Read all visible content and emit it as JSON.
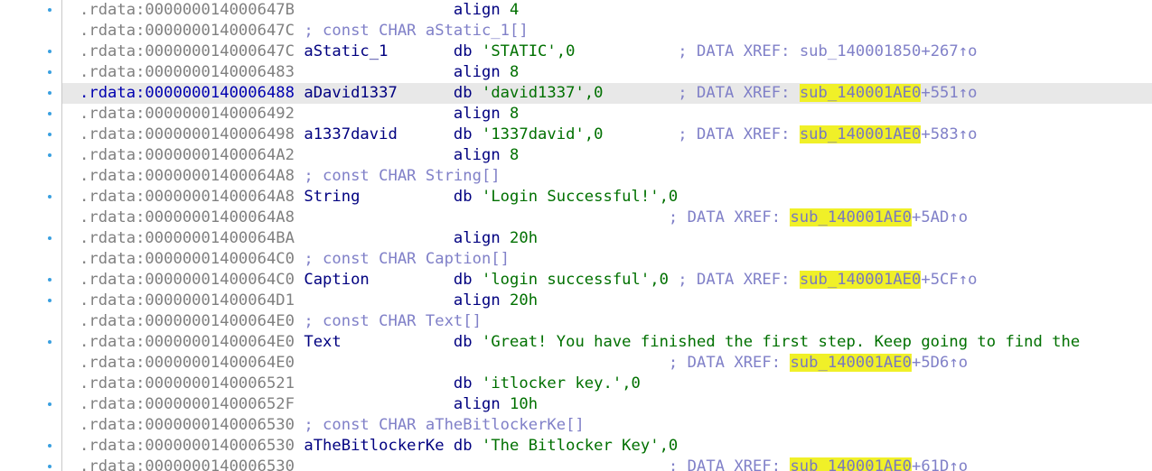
{
  "colors": {
    "address": "#808080",
    "name": "#000080",
    "string": "#007000",
    "comment": "#8080c8",
    "highlight": "#f0f028",
    "selected_row": "#e8e8e8",
    "gutter_dot": "#3aa0e0"
  },
  "lines": [
    {
      "addr": ".rdata:000000014000647B",
      "mid": "                 ",
      "op": "align ",
      "val": "4",
      "dot": true
    },
    {
      "addr": ".rdata:000000014000647C",
      "decl": " ; const CHAR aStatic_1[]"
    },
    {
      "addr": ".rdata:000000014000647C",
      "name": " aStatic_1       ",
      "op": "db ",
      "str": "'STATIC'",
      "tail": ",0",
      "pad": "           ",
      "xref": "; DATA XREF: ",
      "ref": "sub_140001850",
      "refhl": false,
      "off": "+267↑o",
      "dot": true
    },
    {
      "addr": ".rdata:0000000140006483",
      "mid": "                 ",
      "op": "align ",
      "val": "8",
      "dot": true
    },
    {
      "addr": ".rdata:0000000140006488",
      "name": " aDavid1337      ",
      "op": "db ",
      "str": "'david1337'",
      "tail": ",0",
      "pad": "        ",
      "xref": "; DATA XREF: ",
      "ref": "sub_140001AE0",
      "refhl": true,
      "off": "+551↑o",
      "dot": true,
      "sel": true
    },
    {
      "addr": ".rdata:0000000140006492",
      "mid": "                 ",
      "op": "align ",
      "val": "8",
      "dot": true
    },
    {
      "addr": ".rdata:0000000140006498",
      "name": " a1337david      ",
      "op": "db ",
      "str": "'1337david'",
      "tail": ",0",
      "pad": "        ",
      "xref": "; DATA XREF: ",
      "ref": "sub_140001AE0",
      "refhl": true,
      "off": "+583↑o",
      "dot": true
    },
    {
      "addr": ".rdata:00000001400064A2",
      "mid": "                 ",
      "op": "align ",
      "val": "8",
      "dot": true
    },
    {
      "addr": ".rdata:00000001400064A8",
      "decl": " ; const CHAR String[]"
    },
    {
      "addr": ".rdata:00000001400064A8",
      "name": " String          ",
      "op": "db ",
      "str": "'Login Successful!'",
      "tail": ",0",
      "dot": true
    },
    {
      "addr": ".rdata:00000001400064A8",
      "mid": "                                        ",
      "xref": "; DATA XREF: ",
      "ref": "sub_140001AE0",
      "refhl": true,
      "off": "+5AD↑o"
    },
    {
      "addr": ".rdata:00000001400064BA",
      "mid": "                 ",
      "op": "align ",
      "val": "20h",
      "dot": true
    },
    {
      "addr": ".rdata:00000001400064C0",
      "decl": " ; const CHAR Caption[]"
    },
    {
      "addr": ".rdata:00000001400064C0",
      "name": " Caption         ",
      "op": "db ",
      "str": "'login successful'",
      "tail": ",0",
      "pad": " ",
      "xref": "; DATA XREF: ",
      "ref": "sub_140001AE0",
      "refhl": true,
      "off": "+5CF↑o",
      "dot": true
    },
    {
      "addr": ".rdata:00000001400064D1",
      "mid": "                 ",
      "op": "align ",
      "val": "20h",
      "dot": true
    },
    {
      "addr": ".rdata:00000001400064E0",
      "decl": " ; const CHAR Text[]"
    },
    {
      "addr": ".rdata:00000001400064E0",
      "name": " Text            ",
      "op": "db ",
      "str": "'Great! You have finished the first step. Keep going to find the",
      "dot": true
    },
    {
      "addr": ".rdata:00000001400064E0",
      "mid": "                                        ",
      "xref": "; DATA XREF: ",
      "ref": "sub_140001AE0",
      "refhl": true,
      "off": "+5D6↑o"
    },
    {
      "addr": ".rdata:0000000140006521",
      "mid": "                 ",
      "op": "db ",
      "str": "'itlocker key.'",
      "tail": ",0"
    },
    {
      "addr": ".rdata:000000014000652F",
      "mid": "                 ",
      "op": "align ",
      "val": "10h",
      "dot": true
    },
    {
      "addr": ".rdata:0000000140006530",
      "decl": " ; const CHAR aTheBitlockerKe[]"
    },
    {
      "addr": ".rdata:0000000140006530",
      "name": " aTheBitlockerKe ",
      "op": "db ",
      "str": "'The Bitlocker Key'",
      "tail": ",0",
      "dot": true
    },
    {
      "addr": ".rdata:0000000140006530",
      "mid": "                                        ",
      "xref": "; DATA XREF: ",
      "ref": "sub_140001AE0",
      "refhl": true,
      "off": "+61D↑o",
      "dot": true
    }
  ]
}
